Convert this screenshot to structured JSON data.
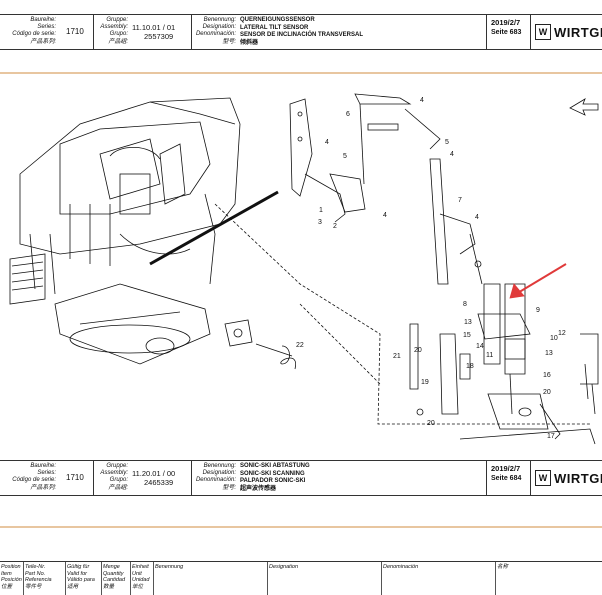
{
  "header_labels": {
    "series": [
      "Baureihe:",
      "Series:",
      "Código de serie:",
      "产品系列:"
    ],
    "group": [
      "Gruppe:",
      "Assembly:",
      "Grupo:",
      "产品组:"
    ],
    "designation": [
      "Benennung:",
      "Designation:",
      "Denominación:",
      "型号:"
    ]
  },
  "blocks": [
    {
      "series": "1710",
      "assembly": "11.10.01 / 01",
      "group_no": "2557309",
      "names": [
        "QUERNEIGUNGSSENSOR",
        "LATERAL TILT SENSOR",
        "SENSOR DE INCLINACIÓN TRANSVERSAL",
        "倾斜器"
      ],
      "date": "2019/2/7",
      "page": "Seite 683"
    },
    {
      "series": "1710",
      "assembly": "11.20.01 / 00",
      "group_no": "2465339",
      "names": [
        "SONIC-SKI ABTASTUNG",
        "SONIC-SKI SCANNING",
        "PALPADOR SONIC-SKI",
        "超声波传感器"
      ],
      "date": "2019/2/7",
      "page": "Seite 684"
    }
  ],
  "logo": {
    "text": "WIRTGE",
    "mark": "W"
  },
  "callouts": [
    "1",
    "2",
    "3",
    "4",
    "4",
    "4",
    "4",
    "4",
    "5",
    "5",
    "6",
    "7",
    "8",
    "9",
    "10",
    "11",
    "12",
    "13",
    "13",
    "14",
    "15",
    "16",
    "17",
    "18",
    "19",
    "20",
    "20",
    "20",
    "21",
    "22"
  ],
  "table_headers": [
    [
      "Position",
      "Item",
      "Posición",
      "位置"
    ],
    [
      "Teile-Nr.",
      "Part No.",
      "Referencia",
      "零件号"
    ],
    [
      "Gültig für",
      "Valid for",
      "Válido para",
      "适用"
    ],
    [
      "Menge",
      "Quantity",
      "Cantidad",
      "数量"
    ],
    [
      "Einheit",
      "Unit",
      "Unidad",
      "单位"
    ],
    [
      "Benennung"
    ],
    [
      "Designation"
    ],
    [
      "Denominación"
    ],
    [
      "名称"
    ]
  ],
  "colors": {
    "rule": "#e8c6a0",
    "line": "#111111",
    "arrow": "#e03a3a"
  }
}
